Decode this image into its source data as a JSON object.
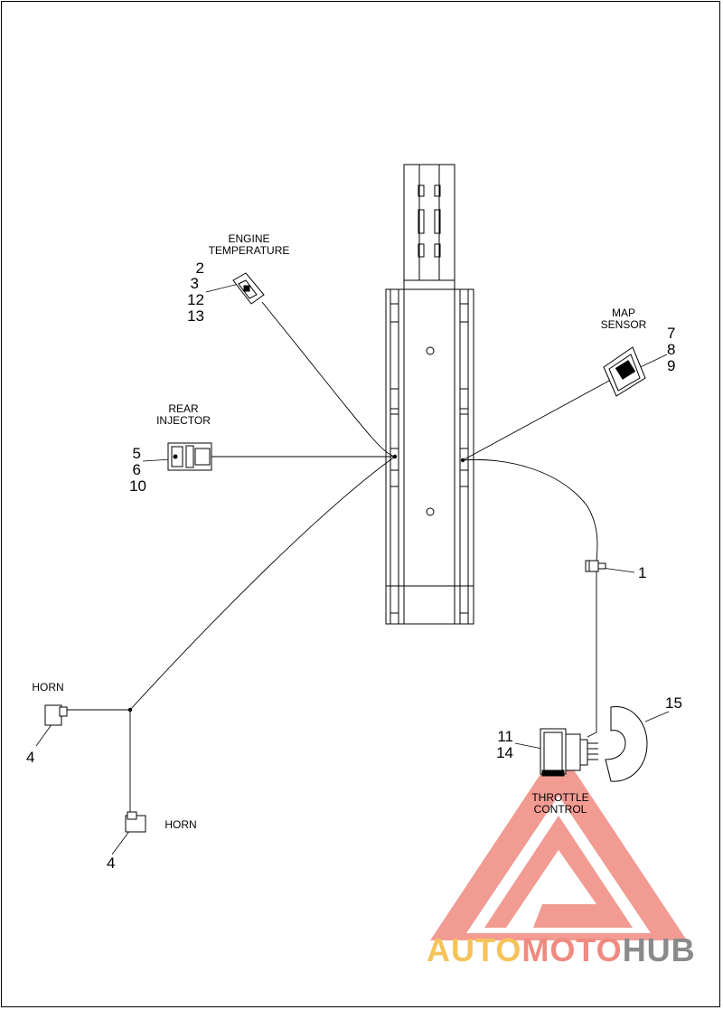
{
  "labels": {
    "engine_temperature": "ENGINE\nTEMPERATURE",
    "rear_injector": "REAR\nINJECTOR",
    "map_sensor": "MAP\nSENSOR",
    "horn_left": "HORN",
    "horn_right": "HORN",
    "throttle_control": "THROTTLE\nCONTROL"
  },
  "callouts": {
    "engine_temp_numbers": [
      "2",
      "3",
      "12",
      "13"
    ],
    "rear_injector_numbers": [
      "5",
      "6",
      "10"
    ],
    "map_sensor_numbers": [
      "7",
      "8",
      "9"
    ],
    "inline_connector": "1",
    "horn_left_number": "4",
    "horn_bottom_number": "4",
    "throttle_numbers": [
      "11",
      "14"
    ],
    "cover_number": "15"
  },
  "watermark": {
    "part1": "AUTO",
    "part2": "MOTO",
    "part3": "HUB",
    "color1": "#f6c35a",
    "color2": "#ef8a80",
    "color3": "#8a8a8a",
    "triangle_color": "#ef8a80"
  }
}
